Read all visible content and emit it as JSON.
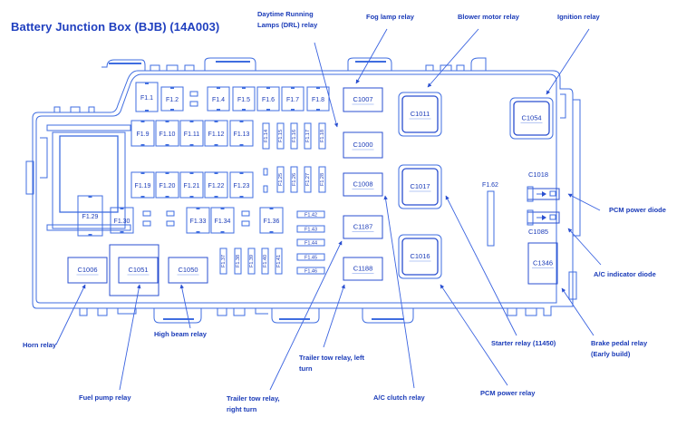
{
  "title": "Battery Junction Box (BJB) (14A003)",
  "colors": {
    "outline": "#3f6de0",
    "outline_dark": "#2a4fd0",
    "text": "#1a3bb8",
    "leader": "#3a63e0"
  },
  "fuses": {
    "row1": [
      "F1.1",
      "F1.2",
      "F1.4",
      "F1.5",
      "F1.6",
      "F1.7",
      "F1.8"
    ],
    "row2": [
      "F1.9",
      "F1.10",
      "F1.11",
      "F1.12",
      "F1.13"
    ],
    "row2_vertical": [
      "F1.14",
      "F1.15",
      "F1.16",
      "F1.17",
      "F1.18"
    ],
    "row3": [
      "F1.19",
      "F1.20",
      "F1.21",
      "F1.22",
      "F1.23"
    ],
    "row3_vertical": [
      "F1.25",
      "F1.26",
      "F1.27",
      "F1.28"
    ],
    "row4": [
      "F1.29",
      "F1.30",
      "F1.33",
      "F1.34",
      "F1.36"
    ],
    "row5_vertical": [
      "F1.37",
      "F1.38",
      "F1.39",
      "F1.40",
      "F1.41"
    ],
    "horizontal_stack": [
      "F1.42",
      "F1.43",
      "F1.44",
      "F1.45",
      "F1.46"
    ],
    "long_fuse": "F1.62"
  },
  "connectors": {
    "C1007": "C1007",
    "C1000": "C1000",
    "C1008": "C1008",
    "C1187": "C1187",
    "C1188": "C1188",
    "C1011": "C1011",
    "C1017": "C1017",
    "C1016": "C1016",
    "C1054": "C1054",
    "C1018": "C1018",
    "C1085": "C1085",
    "C1346": "C1346",
    "C1006": "C1006",
    "C1051": "C1051",
    "C1050": "C1050"
  },
  "callouts": {
    "drl_line1": "Daytime Running",
    "drl_line2": "Lamps (DRL) relay",
    "fog": "Fog lamp relay",
    "blower": "Blower motor relay",
    "ignition": "Ignition relay",
    "pcm_diode": "PCM power diode",
    "ac_diode": "A/C indicator diode",
    "brake_line1": "Brake pedal relay",
    "brake_line2": "(Early build)",
    "starter": "Starter relay (11450)",
    "pcm_relay": "PCM power relay",
    "ac_clutch": "A/C clutch relay",
    "trailer_left_line1": "Trailer tow relay, left",
    "trailer_left_line2": "turn",
    "trailer_right_line1": "Trailer tow relay,",
    "trailer_right_line2": "right turn",
    "high_beam": "High beam relay",
    "fuel_pump": "Fuel pump relay",
    "horn": "Horn relay"
  }
}
